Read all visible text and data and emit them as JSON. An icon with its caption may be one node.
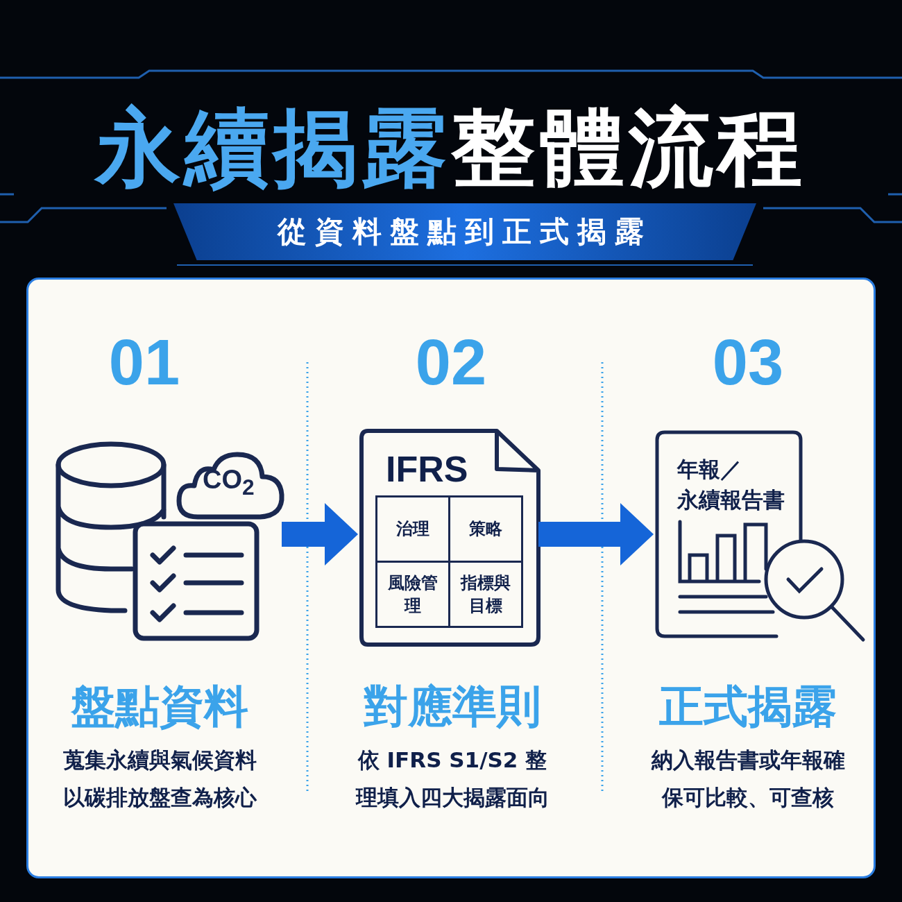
{
  "diagram": {
    "title": "永續揭露整體流程",
    "nodes": [
      {
        "text": [],
        "shape": "picture"
      },
      {
        "text": [
          "IFRS"
        ]
      },
      {
        "text": [
          "治理"
        ],
        "in": 1
      },
      {
        "text": [
          "策略"
        ],
        "in": 1
      },
      {
        "text": [
          "風險管理"
        ],
        "in": 1
      },
      {
        "text": [
          "指標與目標"
        ],
        "in": 1
      },
      {
        "text": [
          "年報／",
          "永續報告書"
        ]
      }
    ],
    "edges": [
      {
        "from": 0,
        "to": 1,
        "arrow": "to"
      },
      {
        "from": 1,
        "to": 6,
        "arrow": "to"
      }
    ],
    "labels": [
      "從資料盤點到正式揭露",
      "01",
      "02",
      "03",
      "CO$_{2}$",
      "盤點資料",
      "蒐集永續與氣候資料以碳排放盤查為核心",
      "對應準則",
      "依 IFRS S1/S2 整理填入四大揭露面向",
      "正式揭露",
      "納入報告書或年報確保可比較、可查核"
    ]
  }
}
